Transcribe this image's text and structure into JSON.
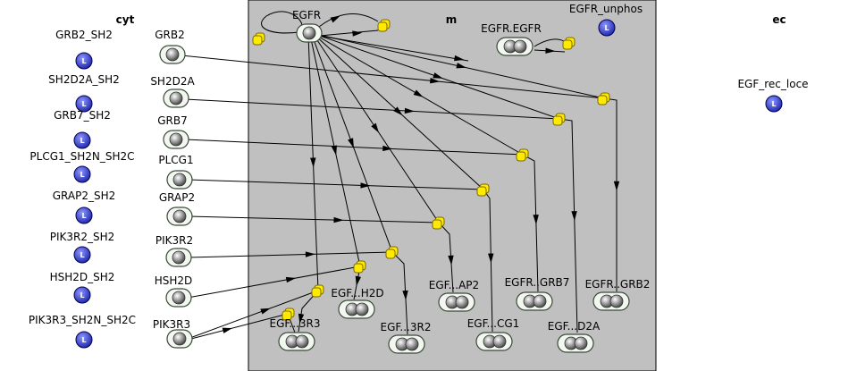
{
  "compartments": [
    {
      "id": "cyt",
      "label": "cyt"
    },
    {
      "id": "m",
      "label": "m"
    },
    {
      "id": "ec",
      "label": "ec"
    }
  ],
  "local_marker": "L",
  "localizations": [
    {
      "id": "GRB2_SH2",
      "label": "GRB2_SH2"
    },
    {
      "id": "SH2D2A_SH2",
      "label": "SH2D2A_SH2"
    },
    {
      "id": "GRB7_SH2",
      "label": "GRB7_SH2"
    },
    {
      "id": "PLCG1_SH2N_SH2C",
      "label": "PLCG1_SH2N_SH2C"
    },
    {
      "id": "GRAP2_SH2",
      "label": "GRAP2_SH2"
    },
    {
      "id": "PIK3R2_SH2",
      "label": "PIK3R2_SH2"
    },
    {
      "id": "HSH2D_SH2",
      "label": "HSH2D_SH2"
    },
    {
      "id": "PIK3R3_SH2N_SH2C",
      "label": "PIK3R3_SH2N_SH2C"
    },
    {
      "id": "EGFR_unphos",
      "label": "EGFR_unphos"
    },
    {
      "id": "EGF_rec_loce",
      "label": "EGF_rec_loce"
    }
  ],
  "species": [
    {
      "id": "GRB2",
      "label": "GRB2",
      "count": 1
    },
    {
      "id": "SH2D2A",
      "label": "SH2D2A",
      "count": 1
    },
    {
      "id": "GRB7",
      "label": "GRB7",
      "count": 1
    },
    {
      "id": "PLCG1",
      "label": "PLCG1",
      "count": 1
    },
    {
      "id": "GRAP2",
      "label": "GRAP2",
      "count": 1
    },
    {
      "id": "PIK3R2",
      "label": "PIK3R2",
      "count": 1
    },
    {
      "id": "HSH2D",
      "label": "HSH2D",
      "count": 1
    },
    {
      "id": "PIK3R3",
      "label": "PIK3R3",
      "count": 1
    },
    {
      "id": "EGFR",
      "label": "EGFR",
      "count": 1
    },
    {
      "id": "EGFR_EGFR",
      "label": "EGFR.EGFR",
      "count": 2
    },
    {
      "id": "EGFR_GRB2",
      "label": "EGFR..GRB2",
      "count": 2
    },
    {
      "id": "EGFR_D2A",
      "label": "EGF...D2A",
      "count": 2
    },
    {
      "id": "EGFR_GRB7",
      "label": "EGFR..GRB7",
      "count": 2
    },
    {
      "id": "EGFR_CG1",
      "label": "EGF...CG1",
      "count": 2
    },
    {
      "id": "EGFR_AP2",
      "label": "EGF...AP2",
      "count": 2
    },
    {
      "id": "EGFR_3R2",
      "label": "EGF...3R2",
      "count": 2
    },
    {
      "id": "EGFR_H2D",
      "label": "EGF...H2D",
      "count": 2
    },
    {
      "id": "EGFR_3R3",
      "label": "EGF...3R3",
      "count": 2
    }
  ],
  "reactions": [
    {
      "id": "r_grb2",
      "inputs": [
        "EGFR",
        "GRB2"
      ],
      "output": "EGFR_GRB2"
    },
    {
      "id": "r_sh2d2a",
      "inputs": [
        "EGFR",
        "SH2D2A"
      ],
      "output": "EGFR_D2A"
    },
    {
      "id": "r_grb7",
      "inputs": [
        "EGFR",
        "GRB7"
      ],
      "output": "EGFR_GRB7"
    },
    {
      "id": "r_plcg1",
      "inputs": [
        "EGFR",
        "PLCG1"
      ],
      "output": "EGFR_CG1"
    },
    {
      "id": "r_grap2",
      "inputs": [
        "EGFR",
        "GRAP2"
      ],
      "output": "EGFR_AP2"
    },
    {
      "id": "r_pik3r2",
      "inputs": [
        "EGFR",
        "PIK3R2"
      ],
      "output": "EGFR_3R2"
    },
    {
      "id": "r_hsh2d",
      "inputs": [
        "EGFR",
        "HSH2D"
      ],
      "output": "EGFR_H2D"
    },
    {
      "id": "r_pik3r3",
      "inputs": [
        "EGFR",
        "PIK3R3"
      ],
      "output": "EGFR_3R3"
    },
    {
      "id": "r_dimer",
      "inputs": [
        "EGFR"
      ],
      "output": "EGFR_EGFR"
    }
  ],
  "colors": {
    "membrane_fill": "#c0c0c0",
    "node_fill": "#f2f7f0",
    "node_stroke": "#3a4a3a",
    "reaction_fill": "#ffea00",
    "reaction_stroke": "#7a6a00",
    "local_fill": "#2b35c8",
    "local_stroke": "#000055"
  }
}
